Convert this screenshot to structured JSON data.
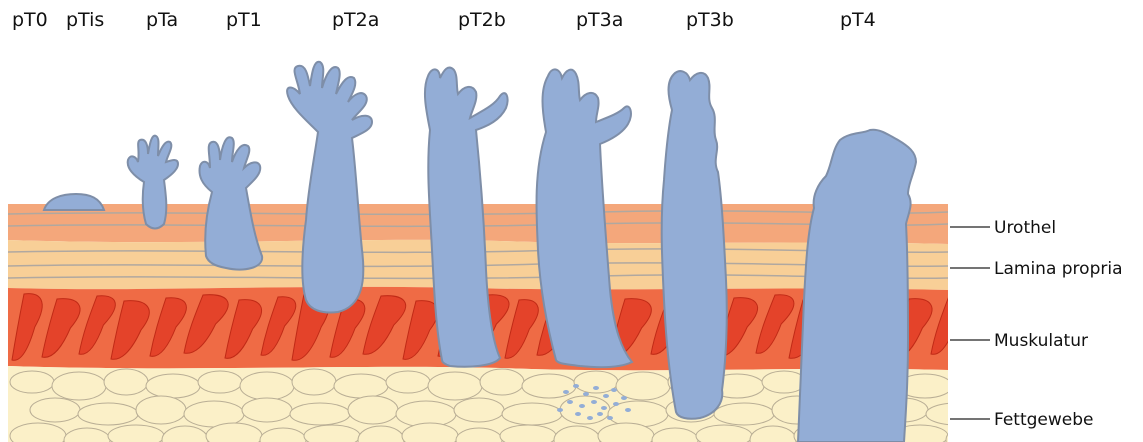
{
  "stages": [
    "pT0",
    "pTis",
    "pTa",
    "pT1",
    "pT2a",
    "pT2b",
    "pT3a",
    "pT3b",
    "pT4"
  ],
  "layers": {
    "urothel": "Urothel",
    "lamina": "Lamina propria",
    "muskulatur": "Muskulatur",
    "fett": "Fettgewebe"
  },
  "colors": {
    "urothel": "#f4a77b",
    "lamina": "#f8cf97",
    "muscle": "#e4432a",
    "muscle_dark": "#c02a16",
    "fat": "#fbf0c8",
    "tumor": "#93add6"
  }
}
